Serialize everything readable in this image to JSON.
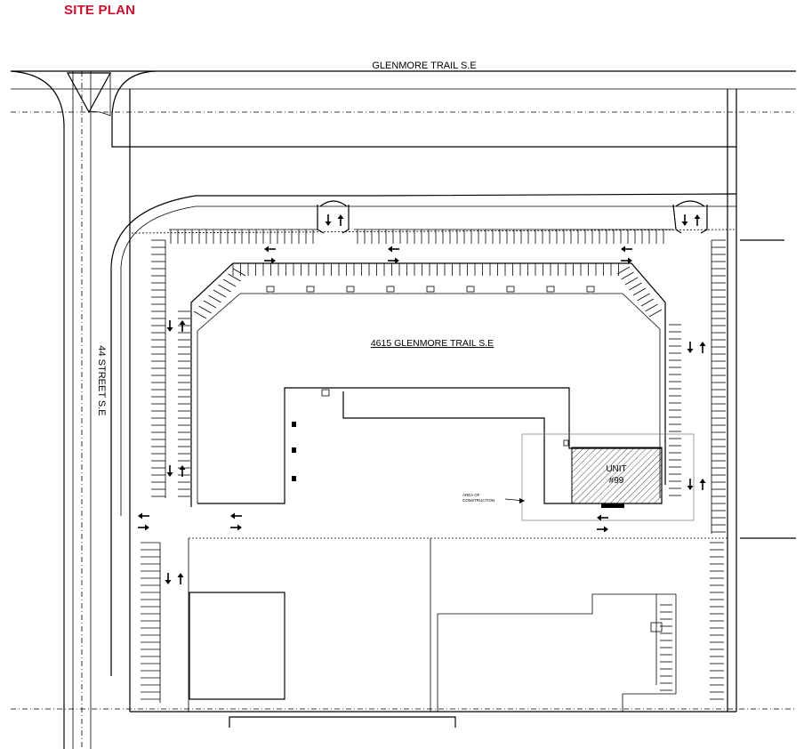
{
  "title": "SITE PLAN",
  "streets": {
    "north": "GLENMORE TRAIL S.E",
    "west": "44 STREET S.E"
  },
  "building": {
    "address": "4615 GLENMORE TRAIL S.E"
  },
  "unit": {
    "line1": "UNIT",
    "line2": "#99"
  },
  "construction_note": {
    "line1": "AREA OF",
    "line2": "CONSTRUCTION"
  },
  "colors": {
    "title": "#c8102e",
    "lines": "#000000",
    "background": "#ffffff"
  }
}
